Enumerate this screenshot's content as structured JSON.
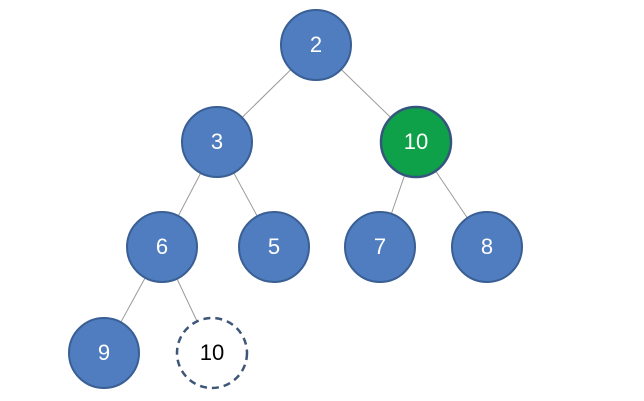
{
  "colors": {
    "node_fill": "#4f7dc0",
    "node_stroke": "#3a5f94",
    "highlight_fill": "#0fa14a",
    "highlight_stroke": "#35557f",
    "edge": "#9a9a9a",
    "placeholder_stroke": "#3e5678",
    "label_light": "#ffffff",
    "label_dark": "#000000"
  },
  "tree": {
    "nodes": [
      {
        "id": "n-2",
        "label": "2",
        "style": "normal"
      },
      {
        "id": "n-3",
        "label": "3",
        "style": "normal"
      },
      {
        "id": "n-10-green",
        "label": "10",
        "style": "highlight"
      },
      {
        "id": "n-6",
        "label": "6",
        "style": "normal"
      },
      {
        "id": "n-5",
        "label": "5",
        "style": "normal"
      },
      {
        "id": "n-7",
        "label": "7",
        "style": "normal"
      },
      {
        "id": "n-8",
        "label": "8",
        "style": "normal"
      },
      {
        "id": "n-9",
        "label": "9",
        "style": "normal"
      },
      {
        "id": "n-10-dashed",
        "label": "10",
        "style": "dashed"
      }
    ],
    "edges": [
      {
        "from": "n-2",
        "to": "n-3"
      },
      {
        "from": "n-2",
        "to": "n-10-green"
      },
      {
        "from": "n-3",
        "to": "n-6"
      },
      {
        "from": "n-3",
        "to": "n-5"
      },
      {
        "from": "n-10-green",
        "to": "n-7"
      },
      {
        "from": "n-10-green",
        "to": "n-8"
      },
      {
        "from": "n-6",
        "to": "n-9"
      },
      {
        "from": "n-6",
        "to": "n-10-dashed"
      }
    ]
  }
}
